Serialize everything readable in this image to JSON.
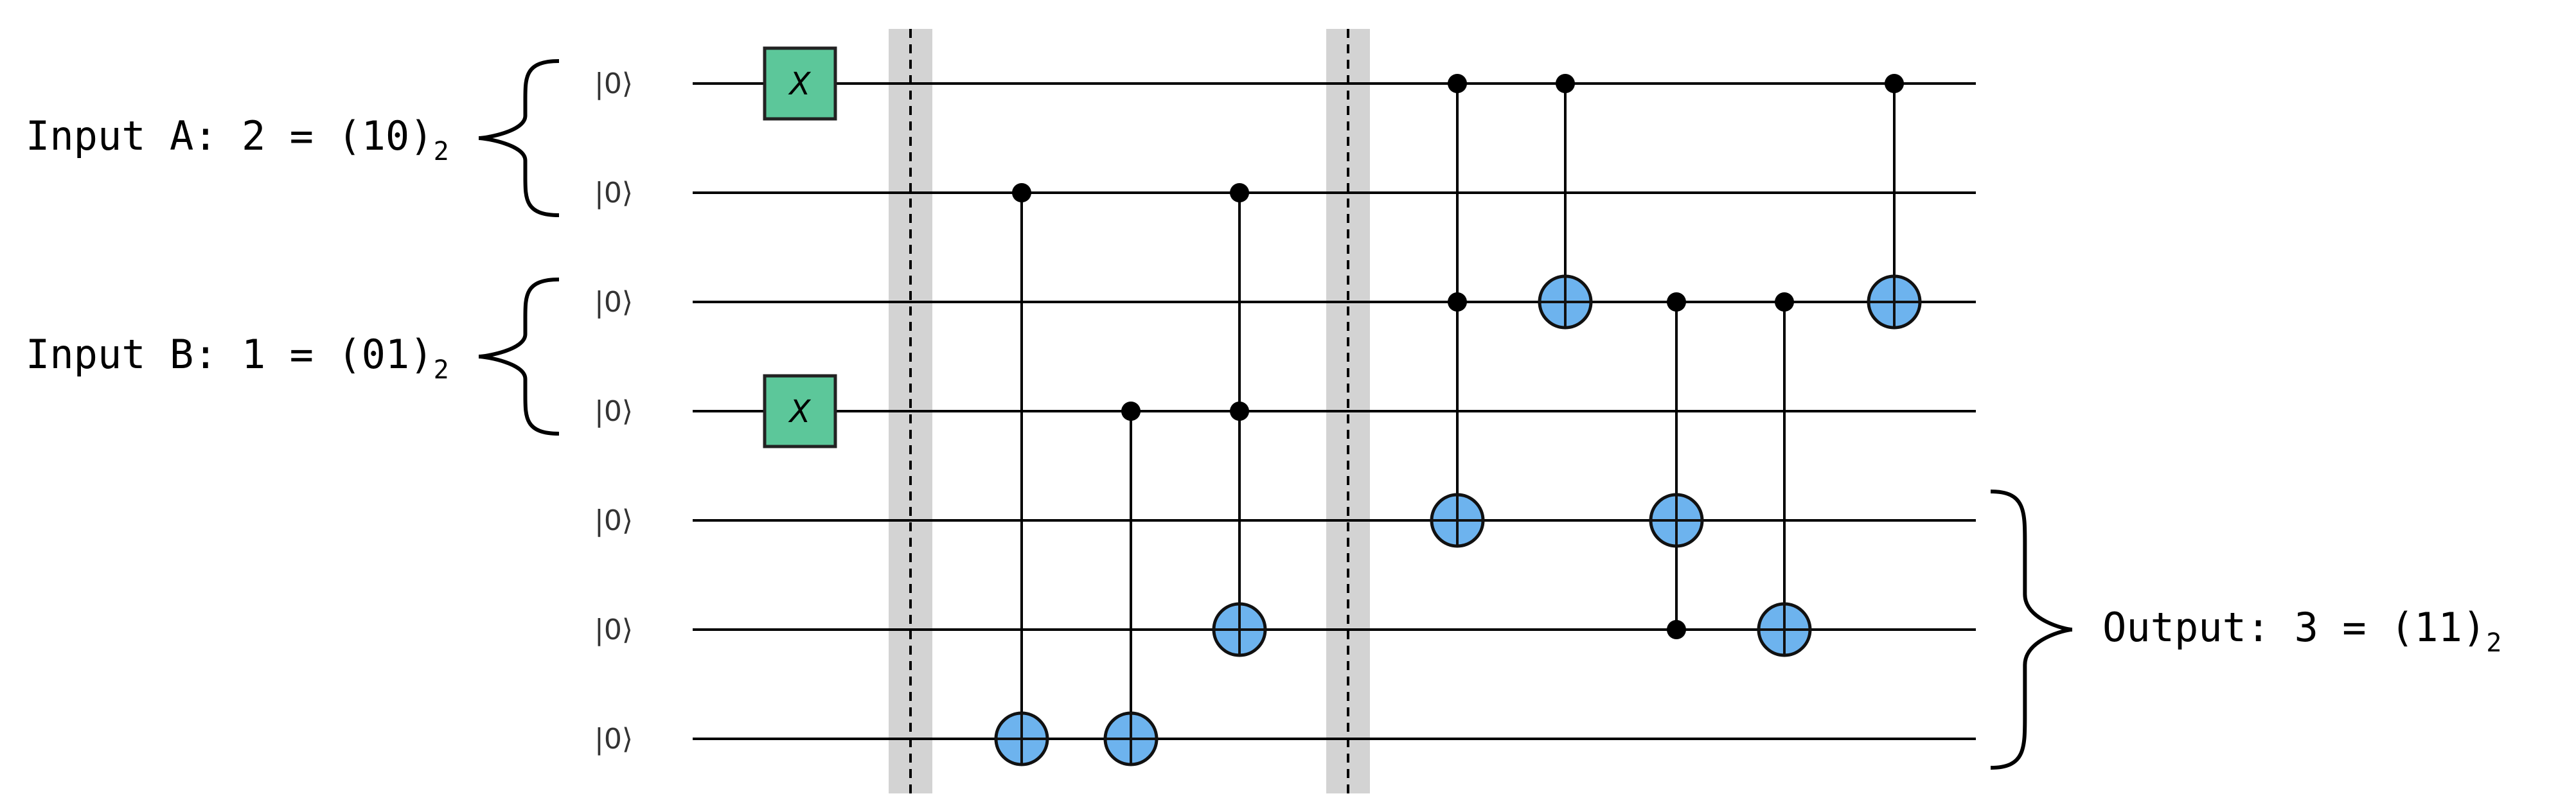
{
  "colors": {
    "x_gate_fill": "#5cc79a",
    "target_fill": "#6db3ee",
    "barrier_fill": "#d3d3d3",
    "wire": "#000000"
  },
  "qubits": [
    "|0⟩",
    "|0⟩",
    "|0⟩",
    "|0⟩",
    "|0⟩",
    "|0⟩",
    "|0⟩"
  ],
  "inputs": [
    {
      "label": "Input A: 2 = (10)",
      "subscript": "2",
      "qubits": [
        0,
        1
      ]
    },
    {
      "label": "Input B: 1 = (01)",
      "subscript": "2",
      "qubits": [
        2,
        3
      ]
    }
  ],
  "output": {
    "label": "Output: 3 = (11)",
    "subscript": "2",
    "qubits": [
      4,
      6
    ]
  },
  "gates": [
    {
      "type": "x",
      "label": "X",
      "qubit": 0,
      "step": 0
    },
    {
      "type": "x",
      "label": "X",
      "qubit": 3,
      "step": 0
    },
    {
      "type": "barrier",
      "step": 1
    },
    {
      "type": "controlled-x",
      "controls": [
        1
      ],
      "target": 6,
      "step": 2
    },
    {
      "type": "controlled-x",
      "controls": [
        3
      ],
      "target": 6,
      "step": 3
    },
    {
      "type": "controlled-x",
      "controls": [
        1,
        3
      ],
      "target": 5,
      "step": 4
    },
    {
      "type": "barrier",
      "step": 5
    },
    {
      "type": "controlled-x",
      "controls": [
        0,
        2
      ],
      "target": 4,
      "step": 6
    },
    {
      "type": "controlled-x",
      "controls": [
        0
      ],
      "target": 2,
      "step": 7
    },
    {
      "type": "controlled-x",
      "controls": [
        2,
        5
      ],
      "target": 4,
      "step": 8
    },
    {
      "type": "controlled-x",
      "controls": [
        2
      ],
      "target": 5,
      "step": 9
    },
    {
      "type": "controlled-x",
      "controls": [
        0
      ],
      "target": 2,
      "step": 10
    }
  ]
}
